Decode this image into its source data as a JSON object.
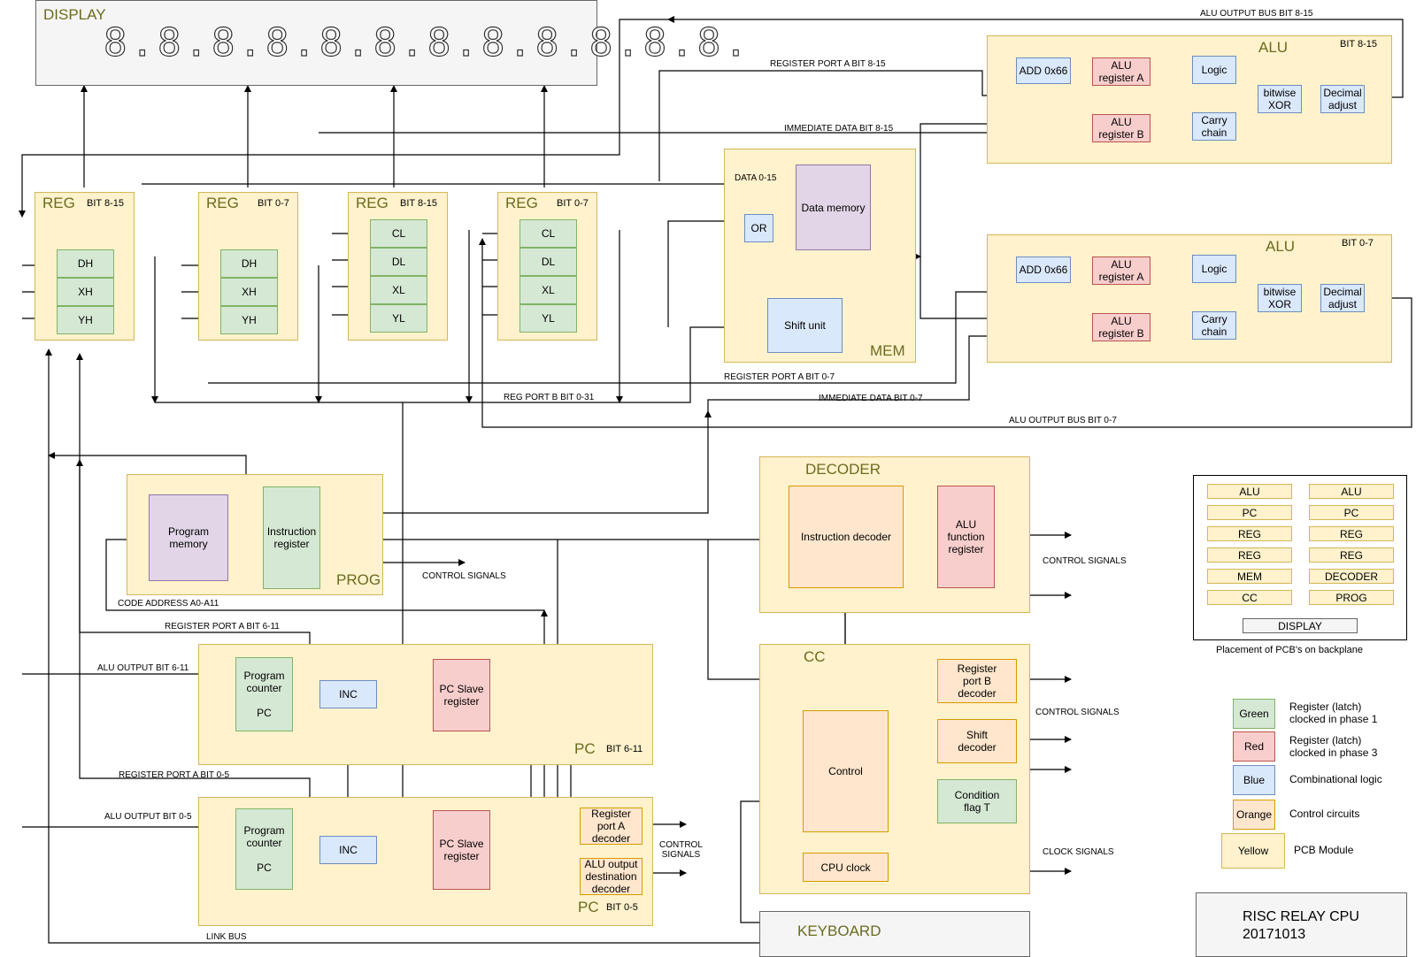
{
  "display": {
    "title": "DISPLAY",
    "digits": "8.8.8.8.8.8.8.8.8.8.8.8."
  },
  "modules": {
    "reg1": {
      "title": "REG",
      "bit": "BIT 8-15",
      "regs": [
        "DH",
        "XH",
        "YH"
      ]
    },
    "reg2": {
      "title": "REG",
      "bit": "BIT 0-7",
      "regs": [
        "DH",
        "XH",
        "YH"
      ]
    },
    "reg3": {
      "title": "REG",
      "bit": "BIT 8-15",
      "regs": [
        "CL",
        "DL",
        "XL",
        "YL"
      ]
    },
    "reg4": {
      "title": "REG",
      "bit": "BIT 0-7",
      "regs": [
        "CL",
        "DL",
        "XL",
        "YL"
      ]
    },
    "mem": {
      "title": "MEM",
      "data_memory": "Data memory",
      "or": "OR",
      "shift": "Shift unit"
    },
    "alu_hi": {
      "title": "ALU",
      "bit": "BIT 8-15"
    },
    "alu_lo": {
      "title": "ALU",
      "bit": "BIT 0-7"
    },
    "alu_blocks": {
      "add": "ADD 0x66",
      "rega": "ALU\nregister A",
      "regb": "ALU\nregister B",
      "logic": "Logic",
      "carry": "Carry\nchain",
      "xor": "bitwise\nXOR",
      "dec": "Decimal\nadjust"
    },
    "prog": {
      "title": "PROG",
      "program_memory": "Program\nmemory",
      "instruction_register": "Instruction\nregister"
    },
    "pc_hi": {
      "title": "PC",
      "bit": "BIT 6-11"
    },
    "pc_lo": {
      "title": "PC",
      "bit": "BIT 0-5"
    },
    "pc_blocks": {
      "counter": "Program\ncounter\n\nPC",
      "inc": "INC",
      "slave": "PC Slave\nregister"
    },
    "decoder": {
      "title": "DECODER",
      "instruction_decoder": "Instruction decoder",
      "alu_function": "ALU\nfunction\nregister"
    },
    "cc": {
      "title": "CC",
      "portb": "Register\nport B\ndecoder",
      "shift": "Shift\ndecoder",
      "control": "Control",
      "flag": "Condition\nflag T",
      "clock": "CPU clock"
    },
    "pc_decoders": {
      "porta": "Register\nport A\ndecoder",
      "aluout": "ALU output\ndestination\ndecoder"
    },
    "keyboard": "KEYBOARD"
  },
  "labels": {
    "alu_out_hi": "ALU OUTPUT BUS  BIT 8-15",
    "reg_port_a_hi": "REGISTER PORT A  BIT 8-15",
    "imm_hi": "IMMEDIATE DATA  BIT 8-15",
    "data_bus": "DATA 0-15",
    "reg_port_a_lo": "REGISTER PORT A  BIT 0-7",
    "reg_port_b": "REG PORT B BIT 0-31",
    "imm_lo": "IMMEDIATE DATA  BIT 0-7",
    "alu_out_lo": "ALU OUTPUT BUS   BIT 0-7",
    "control_signals": "CONTROL SIGNALS",
    "code_address": "CODE ADDRESS  A0-A11",
    "rpa_6_11": "REGISTER PORT A   BIT 6-11",
    "alu_6_11": "ALU OUTPUT  BIT 6-11",
    "rpa_0_5": "REGISTER PORT A  BIT 0-5",
    "alu_0_5": "ALU OUTPUT  BIT 0-5",
    "link_bus": "LINK BUS",
    "control_signals_2": "CONTROL\nSIGNALS",
    "clock_signals": "CLOCK SIGNALS"
  },
  "placement": {
    "left": [
      "ALU",
      "PC",
      "REG",
      "REG",
      "MEM",
      "CC"
    ],
    "right": [
      "ALU",
      "PC",
      "REG",
      "REG",
      "DECODER",
      "PROG"
    ],
    "display": "DISPLAY",
    "caption": "Placement of PCB's on backplane"
  },
  "legend": [
    {
      "name": "Green",
      "desc": "Register (latch)\nclocked in phase 1",
      "color": "#d5e8d4"
    },
    {
      "name": "Red",
      "desc": "Register (latch)\nclocked in phase 3",
      "color": "#f8cecc"
    },
    {
      "name": "Blue",
      "desc": "Combinational logic",
      "color": "#dae8fc"
    },
    {
      "name": "Orange",
      "desc": "Control circuits",
      "color": "#ffe6cc"
    },
    {
      "name": "Yellow",
      "desc": "PCB Module",
      "color": "#fff2cc"
    }
  ],
  "titlebox": {
    "line1": "RISC RELAY CPU",
    "line2": "20171013"
  }
}
